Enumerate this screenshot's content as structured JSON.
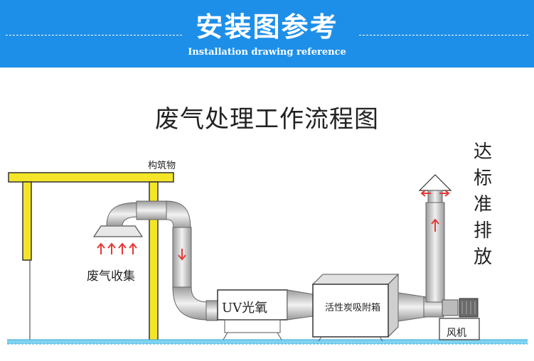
{
  "banner": {
    "title": "安装图参考",
    "subtitle": "Installation drawing reference",
    "background": "#1e8fe8"
  },
  "diagram": {
    "title": "废气处理工作流程图",
    "labels": {
      "building": "构筑物",
      "waste_gas_collection": "废气收集",
      "uv_unit": "UV光氧",
      "carbon_box": "活性炭吸附箱",
      "fan": "风机",
      "emission": "达标准排放"
    },
    "colors": {
      "structure": "#f5e529",
      "arrow": "#e53935",
      "ground": "#7fd3f0"
    }
  }
}
